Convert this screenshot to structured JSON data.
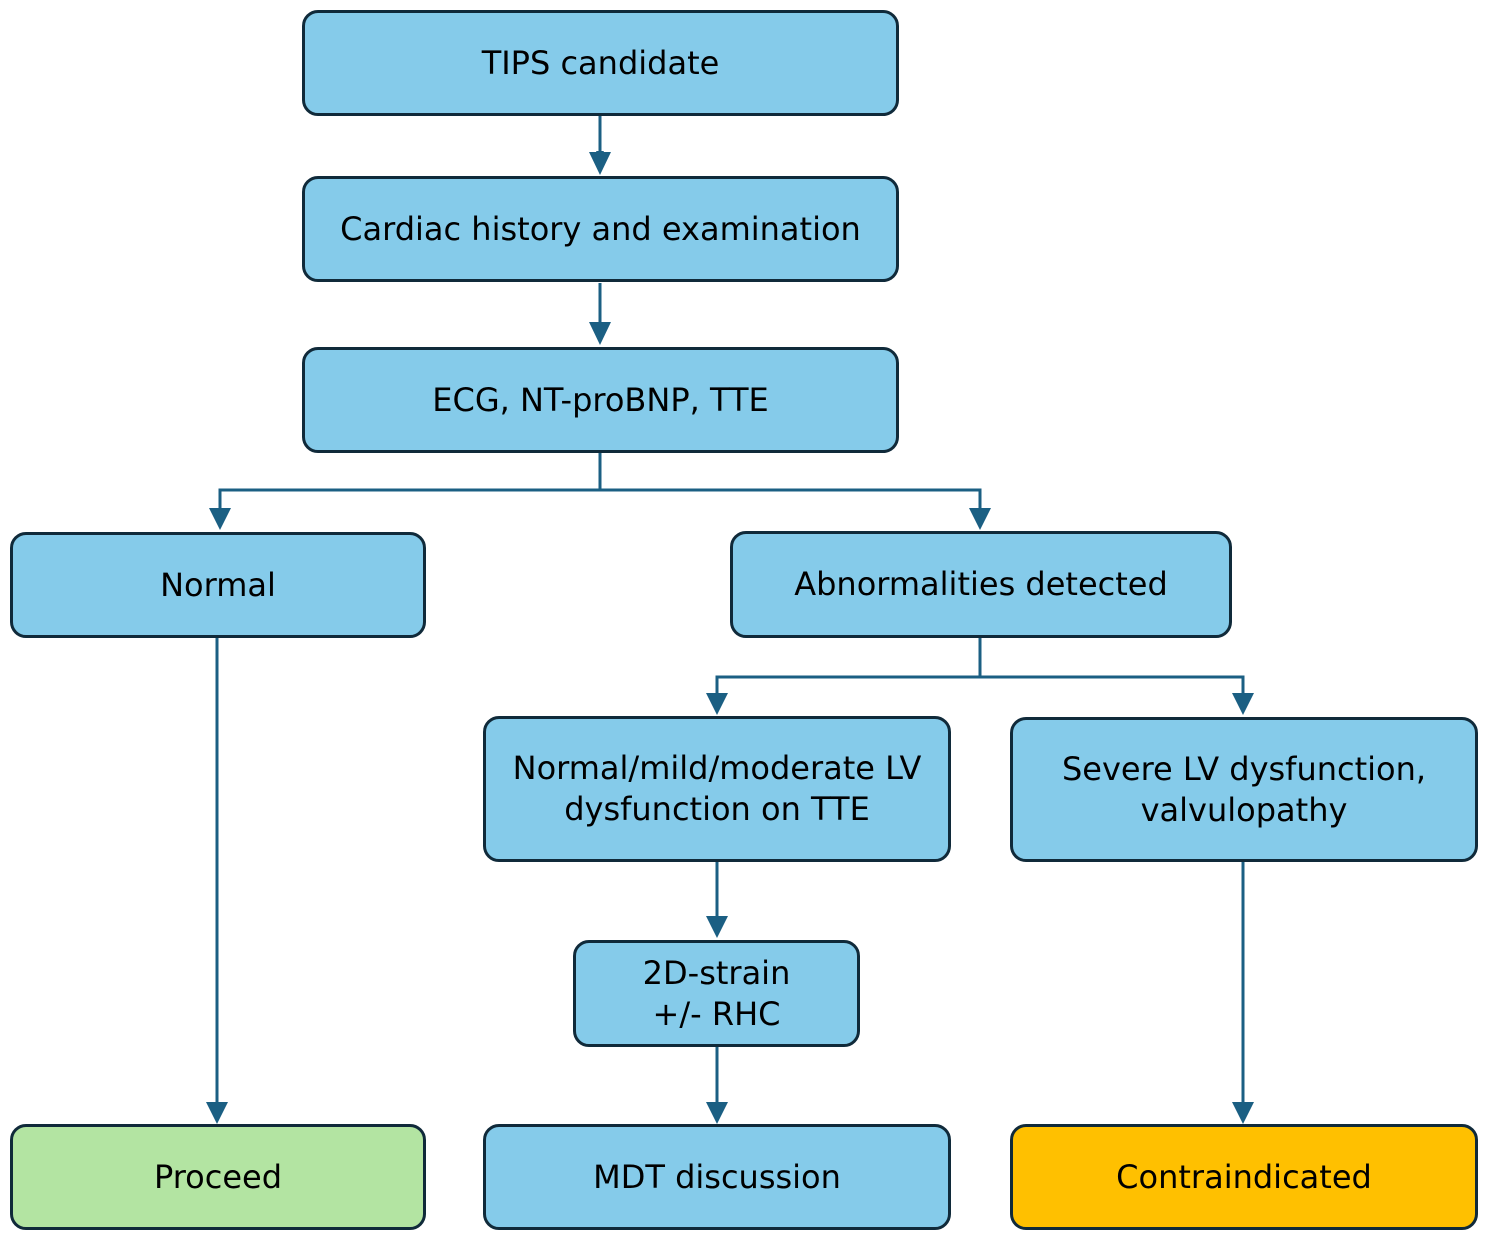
{
  "colors": {
    "box_fill": "#85cbea",
    "proceed_fill": "#b3e4a2",
    "contraindicated_fill": "#ffc000",
    "border": "#102a3a",
    "arrow": "#1b5f83"
  },
  "nodes": {
    "tips_candidate": "TIPS candidate",
    "cardiac_history": "Cardiac history and examination",
    "ecg_tests": "ECG, NT-proBNP, TTE",
    "normal": "Normal",
    "abnormalities": "Abnormalities detected",
    "lv_dysfunction": "Normal/mild/moderate LV\ndysfunction on TTE",
    "severe_lv": "Severe LV dysfunction,\nvalvulopathy",
    "strain_rhc": "2D-strain\n+/- RHC",
    "proceed": "Proceed",
    "mdt": "MDT discussion",
    "contraindicated": "Contraindicated"
  }
}
